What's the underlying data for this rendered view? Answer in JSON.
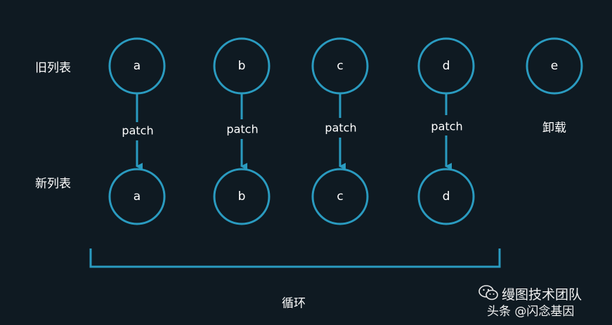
{
  "colors": {
    "background": "#0f1a22",
    "stroke": "#2a9bc0",
    "text": "#ffffff"
  },
  "row_labels": {
    "old_list": "旧列表",
    "new_list": "新列表"
  },
  "old_nodes": [
    "a",
    "b",
    "c",
    "d",
    "e"
  ],
  "new_nodes": [
    "a",
    "b",
    "c",
    "d"
  ],
  "patch_label": "patch",
  "unmount_label": "卸载",
  "loop_label": "循环",
  "watermark": {
    "icon": "wechat-icon",
    "team": "缦图技术团队",
    "handle": "头条 @闪念基因"
  }
}
